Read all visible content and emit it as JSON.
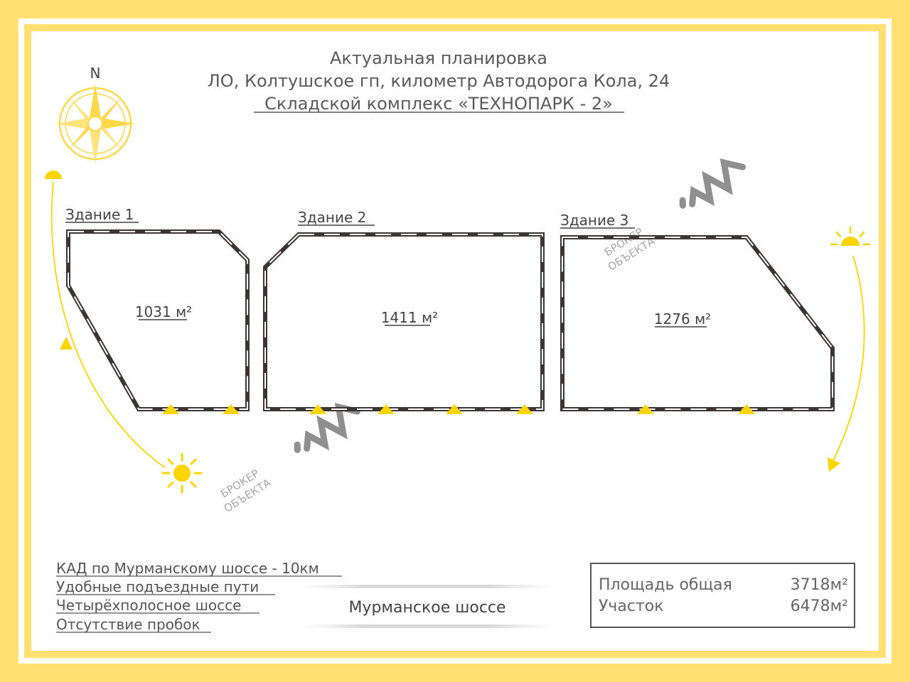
{
  "title": {
    "line1": "Актуальная планировка",
    "line2": "ЛО, Колтушское гп, километр Автодорога Кола, 24",
    "line3": "Складской комплекс «ТЕХНОПАРК - 2»"
  },
  "compass": {
    "north_label": "N",
    "icon": "compass-rose-icon"
  },
  "buildings": [
    {
      "name": "Здание 1",
      "area": "1031 м²",
      "gates": 2
    },
    {
      "name": "Здание 2",
      "area": "1411 м²",
      "gates": 4
    },
    {
      "name": "Здание 3",
      "area": "1276 м²",
      "gates": 2
    }
  ],
  "watermark": {
    "line1": "БРОКЕР",
    "line2": "ОБЪЕКТА"
  },
  "features": [
    "КАД по Мурманскому шоссе - 10км",
    "Удобные подъездные пути",
    "Четырёхполосное шоссе",
    "Отсутствие пробок"
  ],
  "road_label": "Мурманское шоссе",
  "summary": {
    "total_label": "Площадь общая",
    "total_value": "3718м²",
    "plot_label": "Участок",
    "plot_value": "6478м²"
  },
  "colors": {
    "frame": "#ffe071",
    "accent": "#ffd500",
    "wall_dark": "#3d3535",
    "text": "#4a4a4a",
    "watermark": "#8a8a8a"
  }
}
